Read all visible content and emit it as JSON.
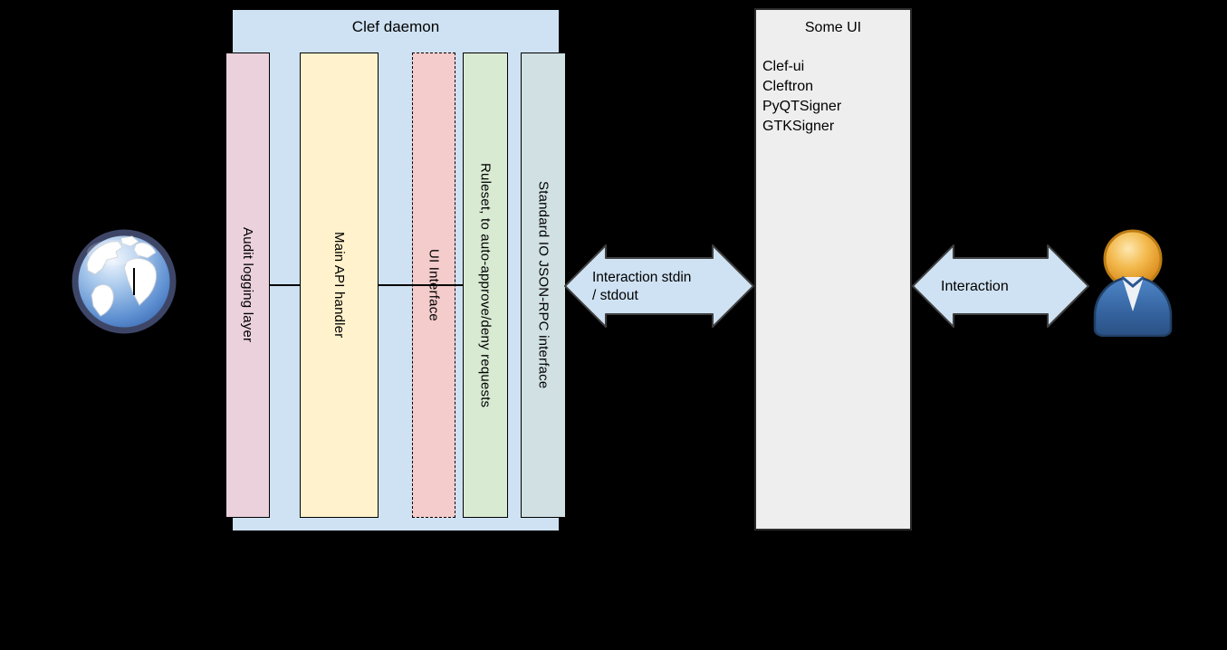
{
  "background_color": "#000000",
  "clef_daemon": {
    "title": "Clef daemon",
    "fill": "#cfe2f3",
    "columns": [
      {
        "label": "Audit logging layer",
        "fill": "#ead1dc",
        "border_style": "solid"
      },
      {
        "label": "Main API handler",
        "fill": "#fff2cc",
        "border_style": "solid"
      },
      {
        "label": "UI Interface",
        "fill": "#f4cccc",
        "border_style": "dashed"
      },
      {
        "label": "Ruleset, to auto-approve/deny requests",
        "fill": "#d9ead3",
        "border_style": "solid"
      },
      {
        "label": "Standard IO JSON-RPC interface",
        "fill": "#d0e0e3",
        "border_style": "solid"
      }
    ]
  },
  "some_ui": {
    "title": "Some UI",
    "fill": "#eeeeee",
    "items": [
      "Clef-ui",
      "Cleftron",
      "PyQTSigner",
      "GTKSigner"
    ]
  },
  "arrows": {
    "fill": "#cfe2f3",
    "stdin_stdout": {
      "line1": "Interaction stdin",
      "line2": "/ stdout"
    },
    "interaction": {
      "label": "Interaction"
    }
  },
  "icons": {
    "left": "globe-icon",
    "right": "user-icon"
  }
}
